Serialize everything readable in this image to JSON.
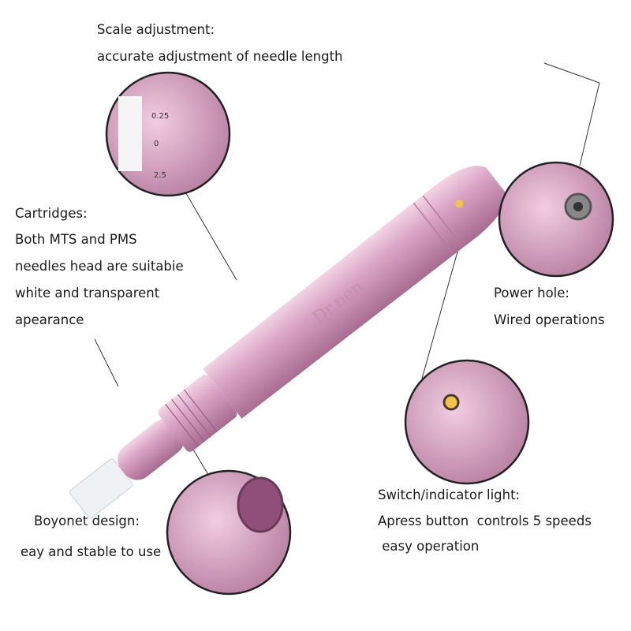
{
  "scale": {
    "title": "Scale adjustment:",
    "lines": [
      "accurate adjustment of needle length"
    ]
  },
  "cartridges": {
    "title": "Cartridges:",
    "lines": [
      "Both MTS and PMS",
      "needles head are suitabie",
      "white and transparent",
      "apearance"
    ]
  },
  "power": {
    "title": "Power hole:",
    "lines": [
      "Wired operations"
    ]
  },
  "switch": {
    "title": "Switch/indicator light:",
    "lines": [
      "Apress button  controls 5 speeds",
      " easy operation"
    ]
  },
  "bayonet": {
    "title": "Boyonet design:",
    "lines": [
      "eay and stable to use"
    ]
  },
  "product": {
    "brand_lettering": "Dr.pen",
    "scale_marks": [
      "0.25",
      "0",
      "2.5"
    ]
  },
  "colors": {
    "pen_pink": "#d9a3c4",
    "pen_dark": "#a86b91",
    "indicator": "#f2c14e"
  }
}
